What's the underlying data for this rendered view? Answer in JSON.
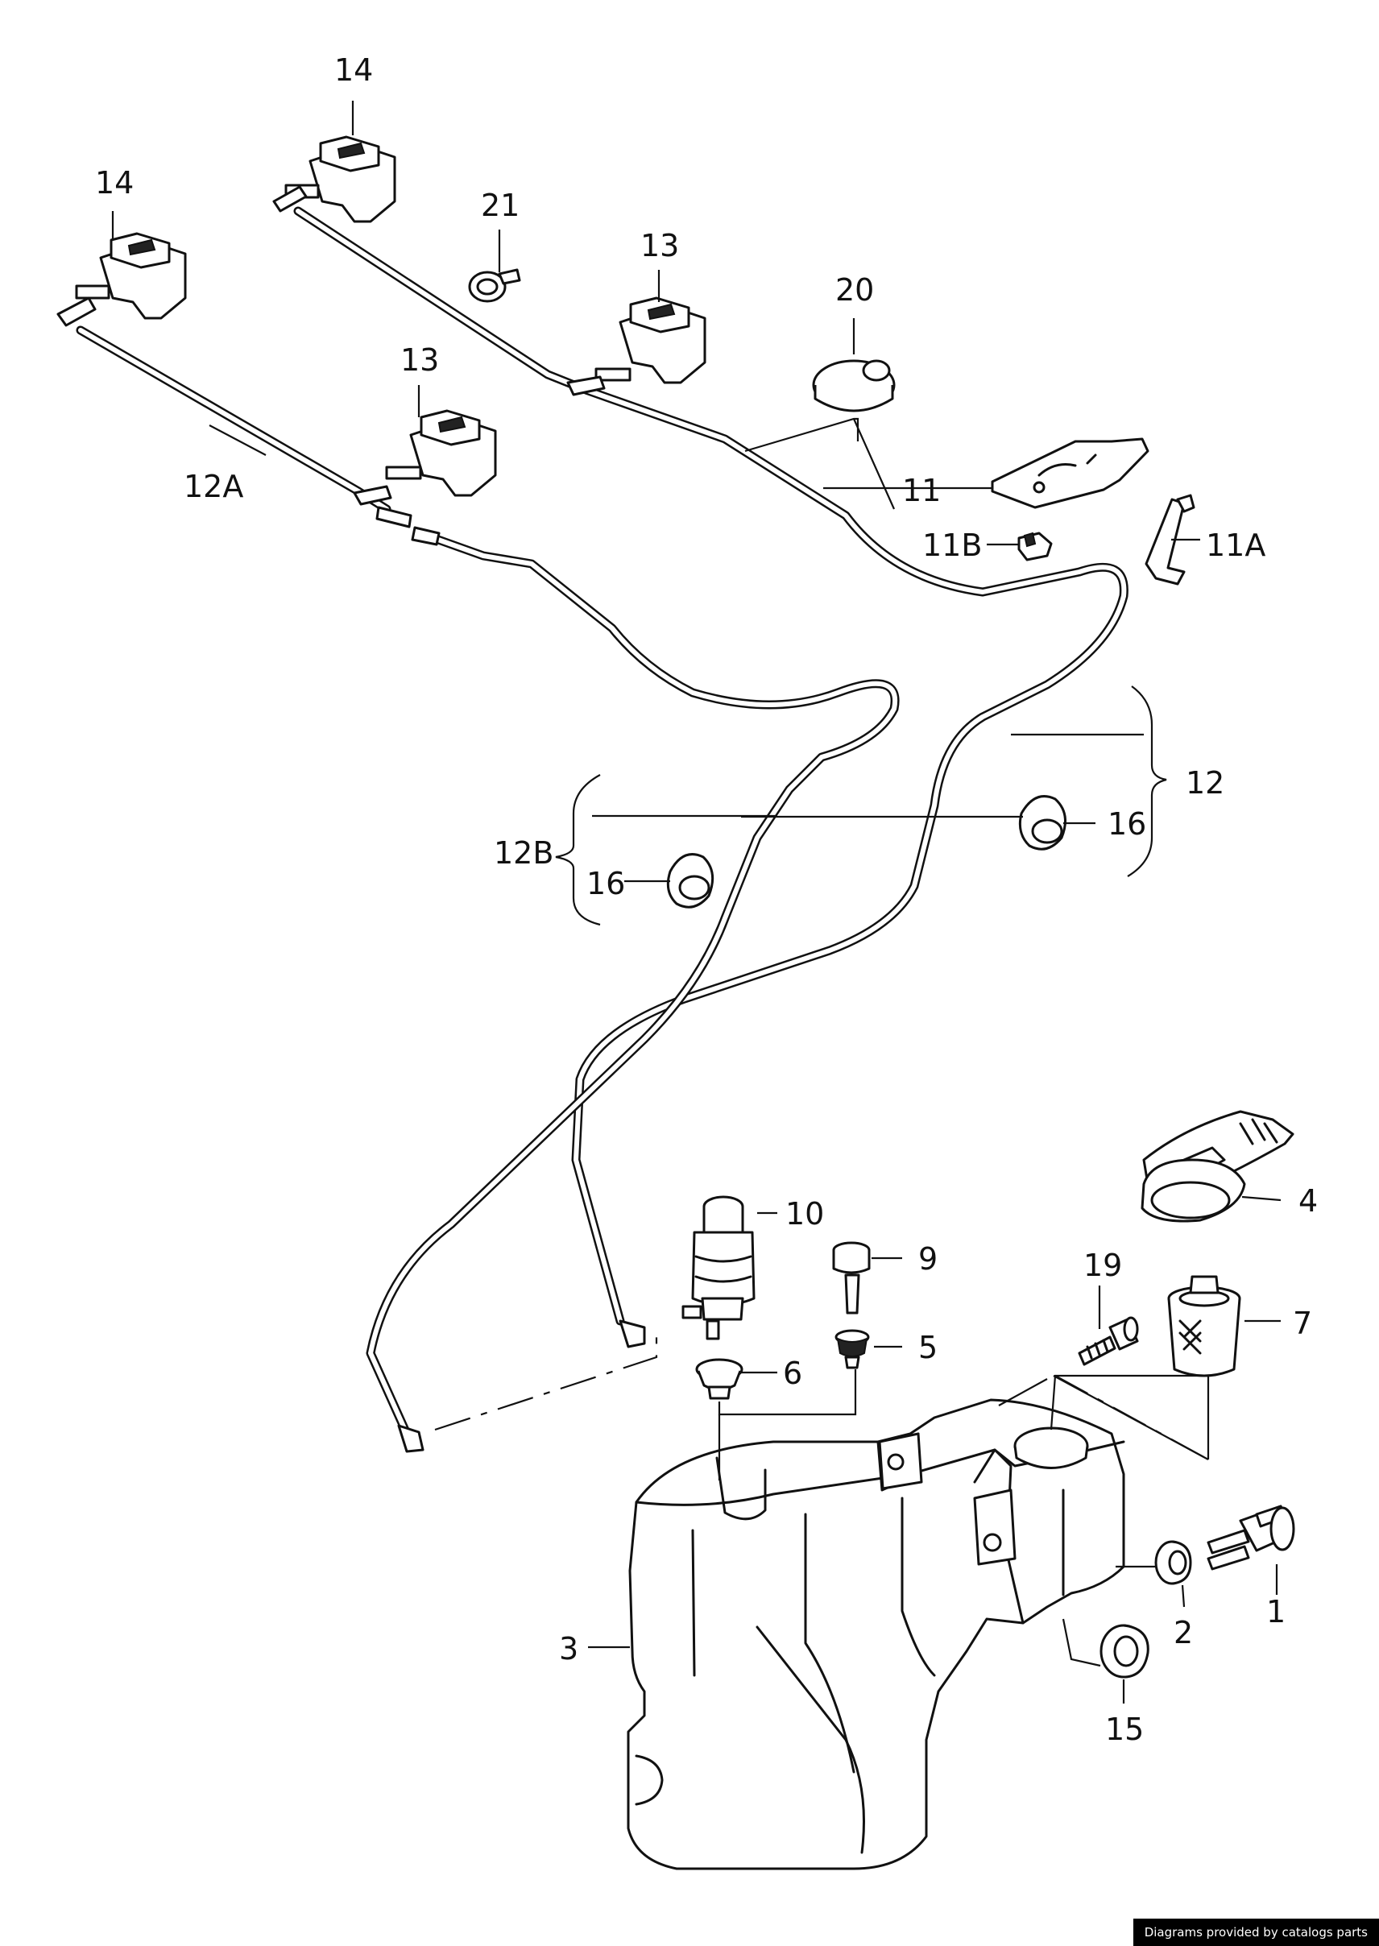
{
  "labels": {
    "p1": "1",
    "p2": "2",
    "p3": "3",
    "p4": "4",
    "p5": "5",
    "p6": "6",
    "p7": "7",
    "p9": "9",
    "p10": "10",
    "p11": "11",
    "p11a": "11A",
    "p11b": "11B",
    "p12": "12",
    "p12a": "12A",
    "p12b": "12B",
    "p13a": "13",
    "p13b": "13",
    "p14a": "14",
    "p14b": "14",
    "p15": "15",
    "p16a": "16",
    "p16b": "16",
    "p19": "19",
    "p20": "20",
    "p21": "21"
  },
  "credit": "Diagrams provided by catalogs parts"
}
